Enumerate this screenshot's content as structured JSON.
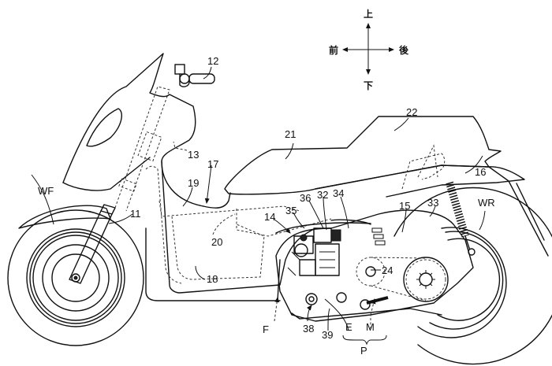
{
  "diagram": {
    "type": "patent-drawing",
    "subject": "scooter side view",
    "orientation": {
      "up": "上",
      "down": "下",
      "front": "前",
      "rear": "後"
    },
    "labels": {
      "l12": "12",
      "l13": "13",
      "l17": "17",
      "l19": "19",
      "l21": "21",
      "l22": "22",
      "l16": "16",
      "lWF": "WF",
      "l11": "11",
      "l20": "20",
      "l18": "18",
      "l14": "14",
      "l35": "35",
      "l36": "36",
      "l32": "32",
      "l34": "34",
      "l15": "15",
      "l33": "33",
      "lWR": "WR",
      "l24": "24",
      "lF": "F",
      "l38": "38",
      "l39": "39",
      "lE": "E",
      "lM": "M",
      "lP": "P"
    }
  }
}
